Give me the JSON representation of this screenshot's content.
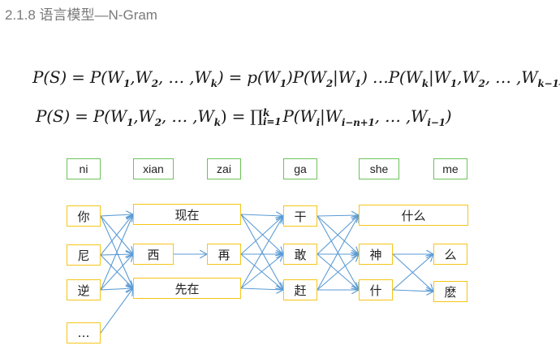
{
  "title": "2.1.8 语言模型—N-Gram",
  "formulas": {
    "f1": {
      "lhs": "P(S) = P(W",
      "parts": [
        "1",
        ",W",
        "2",
        ", … ,W",
        "k",
        ") = p(W",
        "1",
        ")P(W",
        "2",
        "|W",
        "1",
        ") …P(W",
        "k",
        "|W",
        "1",
        ",W",
        "2",
        ", … ,W",
        "k−1",
        ")"
      ]
    },
    "f2": {
      "parts": [
        "P(S) = P(W",
        "1",
        ",W",
        "2",
        ", … ,W",
        "k",
        ") = ∏",
        "k",
        "i=1",
        "P(W",
        "i",
        "|W",
        "i−n+1",
        ", … ,W",
        "i−1",
        ")"
      ]
    }
  },
  "diagram": {
    "pinyin": [
      "ni",
      "xian",
      "zai",
      "ga",
      "she",
      "me"
    ],
    "nodes": [
      {
        "id": "ni1",
        "label": "你"
      },
      {
        "id": "ni2",
        "label": "尼"
      },
      {
        "id": "ni3",
        "label": "逆"
      },
      {
        "id": "ni4",
        "label": "…"
      },
      {
        "id": "xianzai",
        "label": "现在"
      },
      {
        "id": "xi",
        "label": "西"
      },
      {
        "id": "xianzai2",
        "label": "先在"
      },
      {
        "id": "zai",
        "label": "再"
      },
      {
        "id": "ga1",
        "label": "干"
      },
      {
        "id": "ga2",
        "label": "敢"
      },
      {
        "id": "ga3",
        "label": "赶"
      },
      {
        "id": "shenme",
        "label": "什么"
      },
      {
        "id": "shen",
        "label": "神"
      },
      {
        "id": "shi",
        "label": "什"
      },
      {
        "id": "me1",
        "label": "么"
      },
      {
        "id": "me2",
        "label": "麽"
      }
    ],
    "edges": [
      [
        "ni1",
        "xianzai"
      ],
      [
        "ni1",
        "xi"
      ],
      [
        "ni1",
        "xianzai2"
      ],
      [
        "ni2",
        "xianzai"
      ],
      [
        "ni2",
        "xi"
      ],
      [
        "ni2",
        "xianzai2"
      ],
      [
        "ni3",
        "xianzai"
      ],
      [
        "ni3",
        "xi"
      ],
      [
        "ni3",
        "xianzai2"
      ],
      [
        "ni4",
        "xianzai2"
      ],
      [
        "xi",
        "zai"
      ],
      [
        "xianzai",
        "ga1"
      ],
      [
        "xianzai",
        "ga2"
      ],
      [
        "xianzai",
        "ga3"
      ],
      [
        "zai",
        "ga1"
      ],
      [
        "zai",
        "ga2"
      ],
      [
        "zai",
        "ga3"
      ],
      [
        "xianzai2",
        "ga1"
      ],
      [
        "xianzai2",
        "ga2"
      ],
      [
        "xianzai2",
        "ga3"
      ],
      [
        "ga1",
        "shenme"
      ],
      [
        "ga1",
        "shen"
      ],
      [
        "ga1",
        "shi"
      ],
      [
        "ga2",
        "shenme"
      ],
      [
        "ga2",
        "shen"
      ],
      [
        "ga2",
        "shi"
      ],
      [
        "ga3",
        "shenme"
      ],
      [
        "ga3",
        "shen"
      ],
      [
        "ga3",
        "shi"
      ],
      [
        "shen",
        "me1"
      ],
      [
        "shen",
        "me2"
      ],
      [
        "shi",
        "me1"
      ],
      [
        "shi",
        "me2"
      ]
    ],
    "colors": {
      "pinyin_border": "#6cc35a",
      "char_border": "#f5c518",
      "arrow": "#5b9bd5"
    }
  }
}
